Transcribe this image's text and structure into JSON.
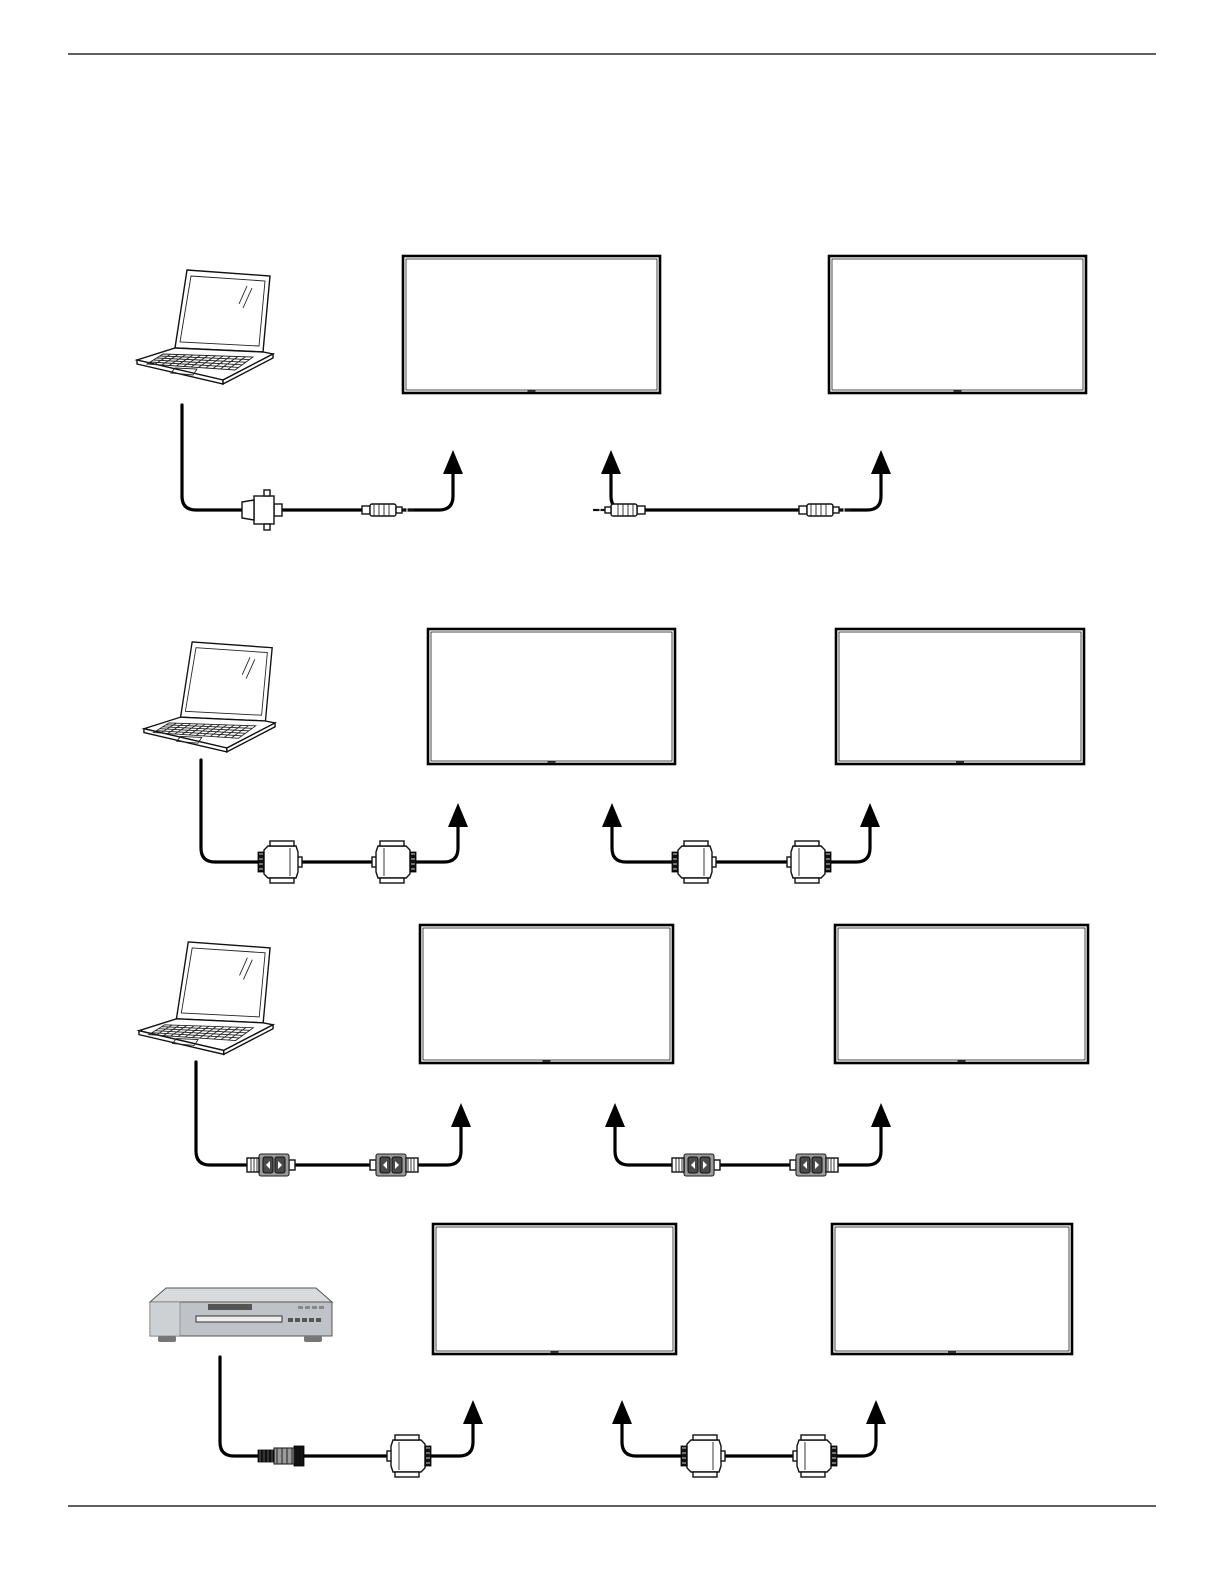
{
  "diagram": {
    "background": "#ffffff",
    "line_color": "#000000",
    "rows": [
      {
        "source": "laptop-icon",
        "connector_types": [
          "serial-db9-plug",
          "audio-jack-plug"
        ],
        "link_connector_type": "audio-jack-plug",
        "display_count": 2
      },
      {
        "source": "laptop-icon",
        "connector_types": [
          "dvi-plug",
          "dvi-plug"
        ],
        "link_connector_type": "dvi-plug",
        "display_count": 2
      },
      {
        "source": "laptop-icon",
        "connector_types": [
          "displayport-plug",
          "displayport-plug"
        ],
        "link_connector_type": "displayport-plug",
        "display_count": 2
      },
      {
        "source": "dvd-player-icon",
        "connector_types": [
          "hdmi-plug",
          "dvi-plug"
        ],
        "link_connector_type": "dvi-plug",
        "display_count": 2
      }
    ]
  }
}
